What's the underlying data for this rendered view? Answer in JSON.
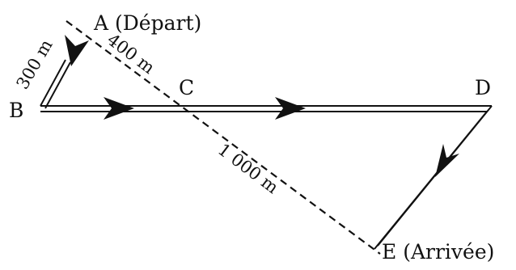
{
  "diagram": {
    "points": {
      "A": "A (Départ)",
      "B": "B",
      "C": "C",
      "D": "D",
      "E": "E (Arrivée)"
    },
    "measures": {
      "ab": "300 m",
      "ac": "400 m",
      "ce": "1 000 m"
    },
    "colors": {
      "ink": "#111111",
      "background": "#ffffff"
    }
  }
}
